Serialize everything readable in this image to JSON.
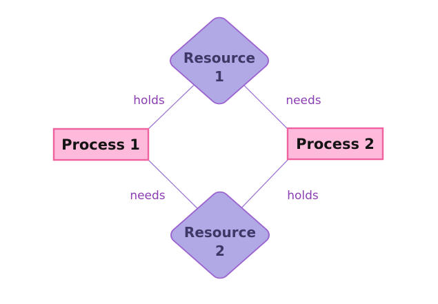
{
  "colors": {
    "canvas_bg": "#ffffff",
    "resource_fill": "#b1a9e6",
    "resource_stroke": "#9c64cf",
    "resource_text": "#3d3866",
    "process_fill": "#fdbada",
    "process_stroke": "#f0619f",
    "process_text": "#141414",
    "edge_line": "#9c77d2",
    "edge_label_text": "#8b3db3"
  },
  "diagram": {
    "type": "resource-allocation-graph",
    "nodes": {
      "resource1": {
        "label": "Resource 1",
        "line1": "Resource",
        "line2": "1",
        "shape": "diamond"
      },
      "resource2": {
        "label": "Resource 2",
        "line1": "Resource",
        "line2": "2",
        "shape": "diamond"
      },
      "process1": {
        "label": "Process 1",
        "shape": "rectangle"
      },
      "process2": {
        "label": "Process 2",
        "shape": "rectangle"
      }
    },
    "edges": {
      "p1_r1": {
        "label": "holds",
        "between": [
          "Process 1",
          "Resource 1"
        ]
      },
      "r1_p2": {
        "label": "needs",
        "between": [
          "Resource 1",
          "Process 2"
        ]
      },
      "p1_r2": {
        "label": "needs",
        "between": [
          "Process 1",
          "Resource 2"
        ]
      },
      "r2_p2": {
        "label": "holds",
        "between": [
          "Resource 2",
          "Process 2"
        ]
      }
    }
  }
}
